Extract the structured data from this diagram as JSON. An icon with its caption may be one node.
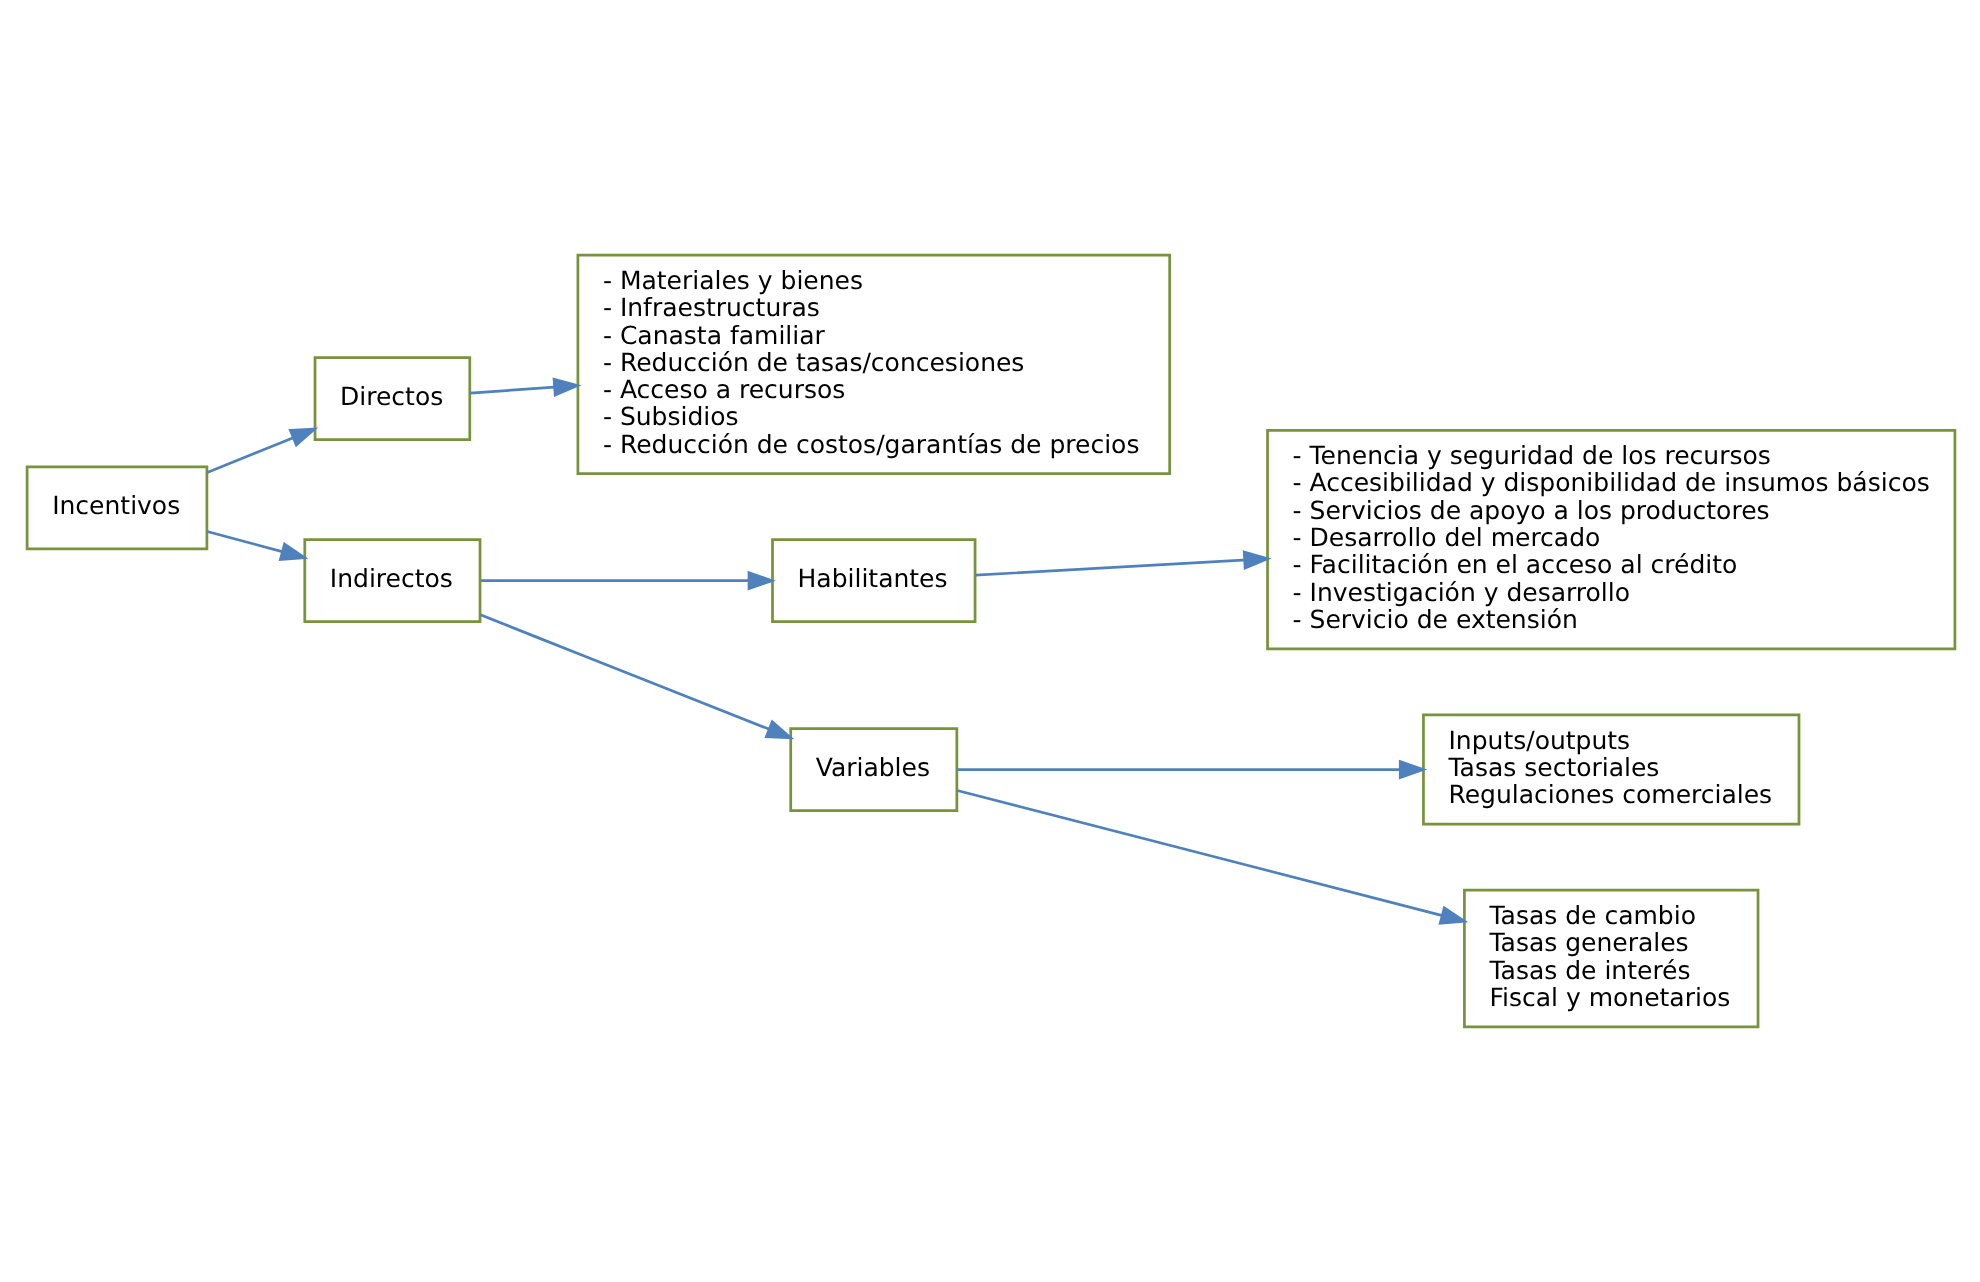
{
  "diagram": {
    "nodes": [
      {
        "text": [
          "Incentivos"
        ]
      },
      {
        "text": [
          "Directos"
        ]
      },
      {
        "text": [
          "- Materiales y bienes",
          "- Infraestructuras",
          "- Canasta familiar",
          "- Reducción de tasas/concesiones",
          "- Acceso a recursos",
          "- Subsidios",
          "- Reducción de costos/garantías de precios"
        ]
      },
      {
        "text": [
          "Indirectos"
        ]
      },
      {
        "text": [
          "Habilitantes"
        ]
      },
      {
        "text": [
          "- Tenencia y seguridad de los recursos",
          "- Accesibilidad y disponibilidad de insumos básicos",
          "- Servicios de apoyo a los productores",
          "- Desarrollo del mercado",
          "- Facilitación en el acceso al crédito",
          "- Investigación y desarrollo",
          "- Servicio de extensión"
        ]
      },
      {
        "text": [
          "Variables"
        ]
      },
      {
        "text": [
          "Inputs/outputs",
          "Tasas sectoriales",
          "Regulaciones comerciales"
        ]
      },
      {
        "text": [
          "Tasas de cambio",
          "Tasas generales",
          "Tasas de interés",
          "Fiscal y monetarios"
        ]
      }
    ],
    "edges": [
      {
        "from": 0,
        "to": 1,
        "arrow": "to"
      },
      {
        "from": 1,
        "to": 2,
        "arrow": "to"
      },
      {
        "from": 0,
        "to": 3,
        "arrow": "to"
      },
      {
        "from": 3,
        "to": 4,
        "arrow": "to"
      },
      {
        "from": 4,
        "to": 5,
        "arrow": "to"
      },
      {
        "from": 3,
        "to": 6,
        "arrow": "to"
      },
      {
        "from": 6,
        "to": 7,
        "arrow": "to"
      },
      {
        "from": 6,
        "to": 8,
        "arrow": "to"
      }
    ]
  }
}
